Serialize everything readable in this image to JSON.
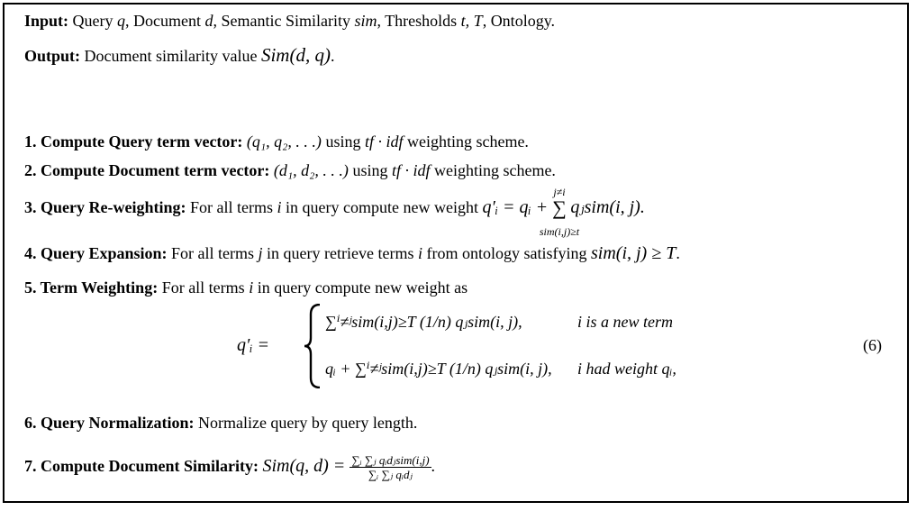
{
  "input": {
    "label": "Input:",
    "parts": [
      "Query ",
      "q",
      ", Document ",
      "d",
      ", Semantic Similarity ",
      "sim",
      ", Thresholds ",
      "t, T",
      ", Ontology."
    ]
  },
  "output": {
    "label": "Output:",
    "text": "Document similarity value ",
    "math": "Sim(d, q)",
    "end": "."
  },
  "steps": [
    {
      "label": "1. Compute Query term vector:",
      "text_a": "(q₁, q₂, . . .)",
      "text_b": " using ",
      "math": "tf · idf",
      "text_c": " weighting scheme."
    },
    {
      "label": "2. Compute Document term vector:",
      "text_a": "(d₁, d₂, . . .)",
      "text_b": " using ",
      "math": "tf · idf",
      "text_c": " weighting scheme."
    },
    {
      "label": "3. Query Re-weighting:",
      "text_a": "For all terms ",
      "math_i": "i",
      "text_b": " in query compute new weight ",
      "formula_lhs": "q′ᵢ = qᵢ + ",
      "sum_top": "j≠i",
      "sum_bot": "sim(i,j)≥t",
      "formula_rhs": "qⱼsim(i, j)."
    },
    {
      "label": "4. Query Expansion:",
      "text_a": "For all terms ",
      "math_j": "j",
      "text_b": " in query retrieve terms ",
      "math_i": "i",
      "text_c": " from ontology satisfying ",
      "math": "sim(i, j) ≥ T",
      "text_d": "."
    },
    {
      "label": "5. Term Weighting:",
      "text_a": "For all terms ",
      "math_i": "i",
      "text_b": " in query compute new weight as"
    },
    {
      "label": "6. Query Normalization:",
      "text_a": "Normalize query by query length."
    },
    {
      "label": "7. Compute Document Similarity:",
      "math_lhs": "Sim(q, d) = ",
      "frac_num": "∑ᵢ ∑ⱼ qᵢdⱼsim(i,j)",
      "frac_den": "∑ᵢ ∑ⱼ qᵢdⱼ",
      "end": "."
    }
  ],
  "equation": {
    "lhs": "q′ᵢ =",
    "case1_formula": "∑ⁱ≠ʲsim(i,j)≥T (1/n) qⱼsim(i, j),",
    "case1_cond": "i is a new term",
    "case2_formula": "qᵢ + ∑ⁱ≠ʲsim(i,j)≥T (1/n) qⱼsim(i, j),",
    "case2_cond": "i had weight qᵢ,",
    "number": "(6)"
  }
}
